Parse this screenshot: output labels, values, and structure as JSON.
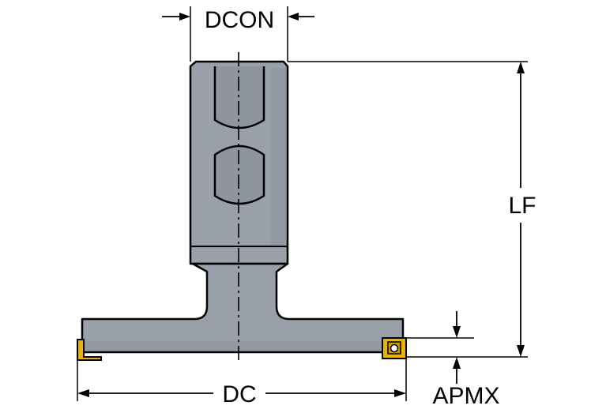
{
  "drawing": {
    "labels": {
      "dcon": "DCON",
      "lf": "LF",
      "dc": "DC",
      "apmx": "APMX"
    },
    "colors": {
      "body_fill": "#9aa0a9",
      "body_shade": "#8c929b",
      "outline": "#000000",
      "insert": "#e7b400",
      "background": "#ffffff"
    }
  }
}
